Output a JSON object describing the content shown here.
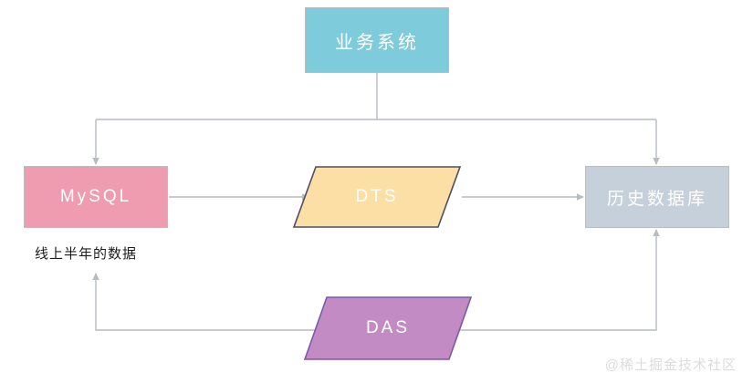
{
  "diagram": {
    "title_text": "业务系统",
    "nodes": [
      {
        "id": "business",
        "label": "业务系统",
        "shape": "rectangle",
        "color": "#7ecbdb"
      },
      {
        "id": "mysql",
        "label": "MySQL",
        "shape": "rectangle",
        "color": "#ef9bb0"
      },
      {
        "id": "dts",
        "label": "DTS",
        "shape": "parallelogram",
        "color": "#fbdfa5",
        "border_color": "#4d4d66"
      },
      {
        "id": "history",
        "label": "历史数据库",
        "shape": "rectangle",
        "color": "#c6d0da"
      },
      {
        "id": "das",
        "label": "DAS",
        "shape": "parallelogram",
        "color": "#c28bc4",
        "border_color": "#7b5aa6"
      }
    ],
    "captions": [
      {
        "id": "mysql-caption",
        "text": "线上半年的数据"
      }
    ],
    "connector_color": "#b6bcc2",
    "watermark": "@稀土掘金技术社区"
  }
}
